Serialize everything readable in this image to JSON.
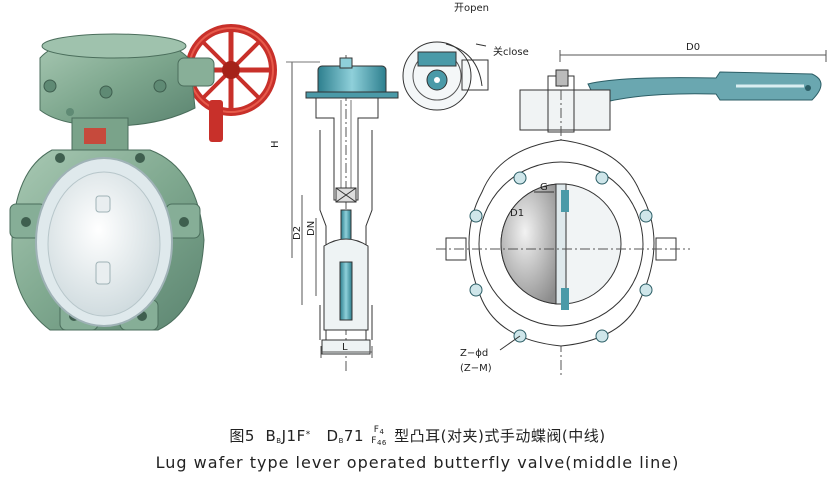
{
  "labels": {
    "open": "开open",
    "close": "关close",
    "D0": "D0",
    "H": "H",
    "D2": "D2",
    "DN": "DN",
    "L": "L",
    "G": "G",
    "D1": "D1",
    "Zd": "Z−ϕd",
    "ZM": "(Z−M)"
  },
  "caption": {
    "fig": "图5",
    "m1a": "B",
    "m1b": "B",
    "m1c": "J1F",
    "m1d": "*",
    "m2a": "D",
    "m2b": "B",
    "m2c": "71",
    "f_top": "F",
    "f_top_sub": "4",
    "f_bot": "F",
    "f_bot_sub": "46",
    "cn_tail": "型凸耳(对夹)式手动蝶阀(中线)",
    "en": "Lug wafer type lever operated butterfly valve(middle line)"
  },
  "colors": {
    "valve_body": "#7fa88f",
    "handwheel": "#d23a2a",
    "liner": "#e6eef0",
    "teal_part": "#4a9aa8",
    "handle": "#6aa7b0"
  }
}
